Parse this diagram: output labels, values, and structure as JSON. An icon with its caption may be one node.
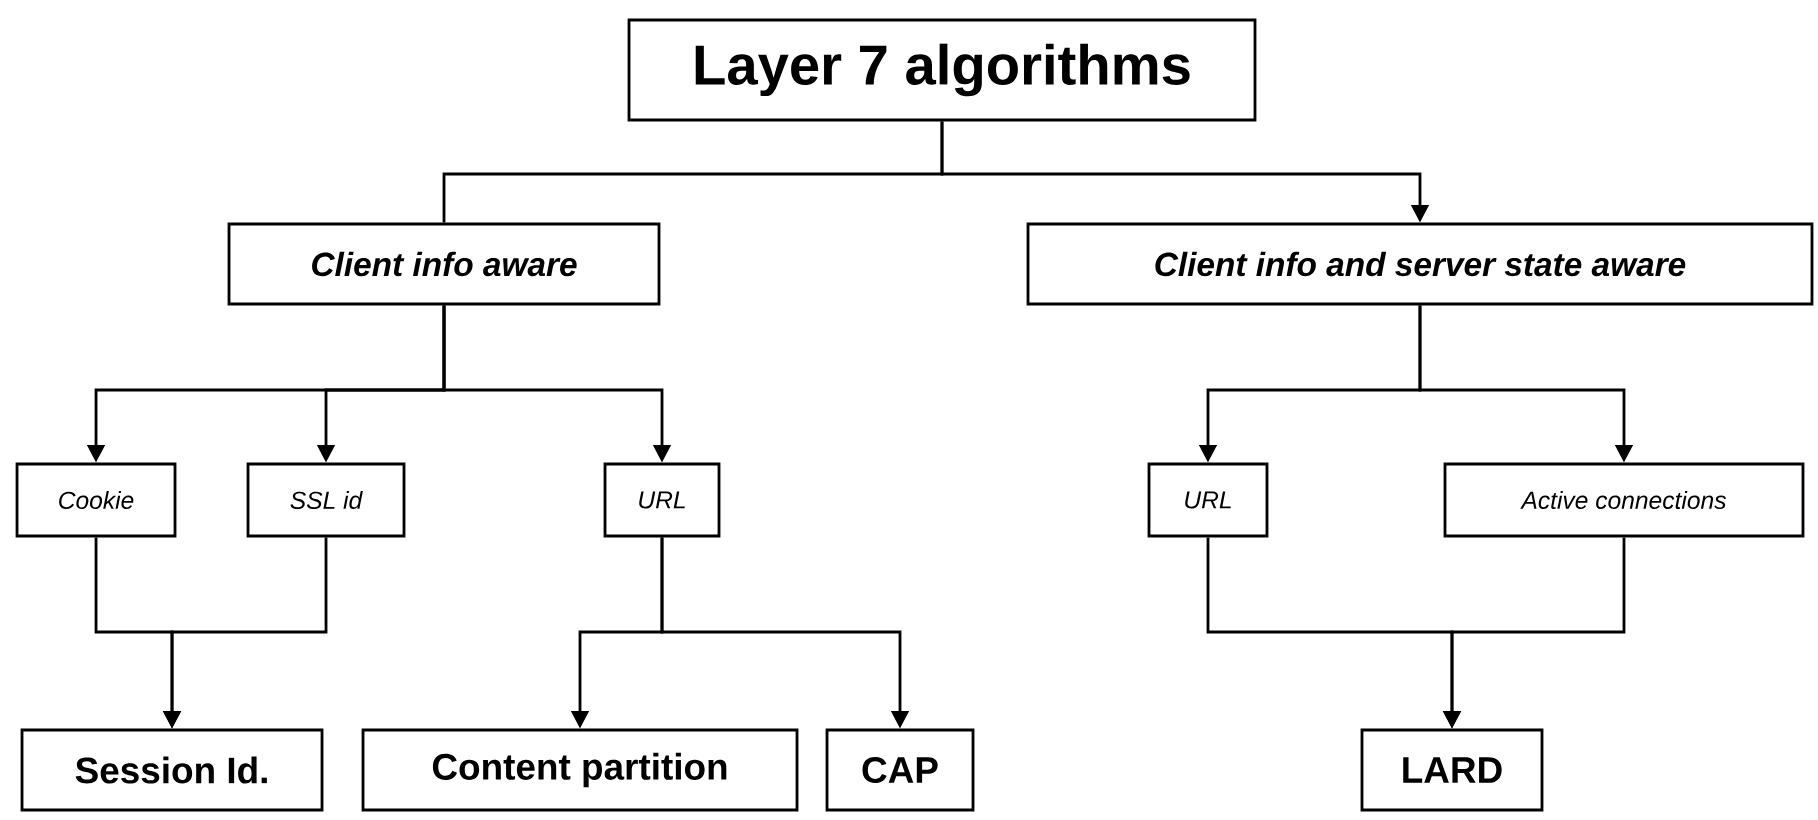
{
  "diagram": {
    "nodes": [
      {
        "text": [
          "Layer 7 algorithms"
        ]
      },
      {
        "text": [
          "Client info aware"
        ]
      },
      {
        "text": [
          "Client info and server state aware"
        ]
      },
      {
        "text": [
          "Cookie"
        ]
      },
      {
        "text": [
          "SSL id"
        ]
      },
      {
        "text": [
          "URL"
        ]
      },
      {
        "text": [
          "URL"
        ]
      },
      {
        "text": [
          "Active connections"
        ]
      },
      {
        "text": [
          "Session Id."
        ]
      },
      {
        "text": [
          "Content partition"
        ]
      },
      {
        "text": [
          "CAP"
        ]
      },
      {
        "text": [
          "LARD"
        ]
      }
    ],
    "edges": [
      {
        "from": 0,
        "to": 1,
        "arrow": "none"
      },
      {
        "from": 0,
        "to": 2,
        "arrow": "to"
      },
      {
        "from": 1,
        "to": 3,
        "arrow": "to"
      },
      {
        "from": 1,
        "to": 4,
        "arrow": "to"
      },
      {
        "from": 1,
        "to": 5,
        "arrow": "to"
      },
      {
        "from": 2,
        "to": 6,
        "arrow": "to"
      },
      {
        "from": 2,
        "to": 7,
        "arrow": "to"
      },
      {
        "from": 3,
        "to": 8,
        "arrow": "to"
      },
      {
        "from": 4,
        "to": 8,
        "arrow": "to"
      },
      {
        "from": 5,
        "to": 9,
        "arrow": "to"
      },
      {
        "from": 5,
        "to": 10,
        "arrow": "to"
      },
      {
        "from": 6,
        "to": 11,
        "arrow": "to"
      },
      {
        "from": 7,
        "to": 11,
        "arrow": "to"
      }
    ]
  }
}
